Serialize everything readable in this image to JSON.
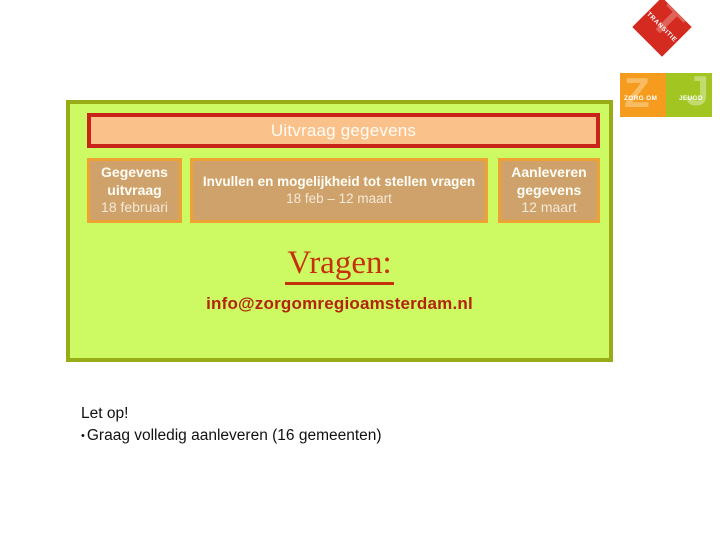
{
  "logo": {
    "diamond": {
      "label": "TRANSITIE",
      "watermark": "T",
      "bg": "#d42a20",
      "watermark_color": "#e0635a"
    },
    "zorg": {
      "label": "ZORG OM",
      "watermark": "Z",
      "bg": "#f59b1e",
      "watermark_color": "#f9bc63"
    },
    "jeugd": {
      "label": "JEUGD",
      "watermark": "J",
      "bg": "#a2c521",
      "watermark_color": "#c3db6e"
    }
  },
  "panel": {
    "title": "Uitvraag gegevens",
    "boxes": [
      {
        "title": "Gegevens uitvraag",
        "date": "18 februari"
      },
      {
        "title": "Invullen en mogelijkheid tot stellen vragen",
        "date": "18 feb – 12 maart"
      },
      {
        "title": "Aanleveren gegevens",
        "date": "12 maart"
      }
    ],
    "questions_heading": "Vragen:",
    "email": "info@zorgomregioamsterdam.nl"
  },
  "notes": {
    "heading": "Let op!",
    "bullet_marker": "•",
    "bullet": "Graag volledig aanleveren (16 gemeenten)"
  },
  "colors": {
    "panel_fill": "#cdfa63",
    "panel_border": "#98ac18",
    "title_fill": "#fbc18b",
    "title_border": "#c9241a",
    "box_fill": "#cfa26b",
    "box_border": "#eea233",
    "questions_red": "#c63008",
    "email_red": "#b2240b"
  }
}
